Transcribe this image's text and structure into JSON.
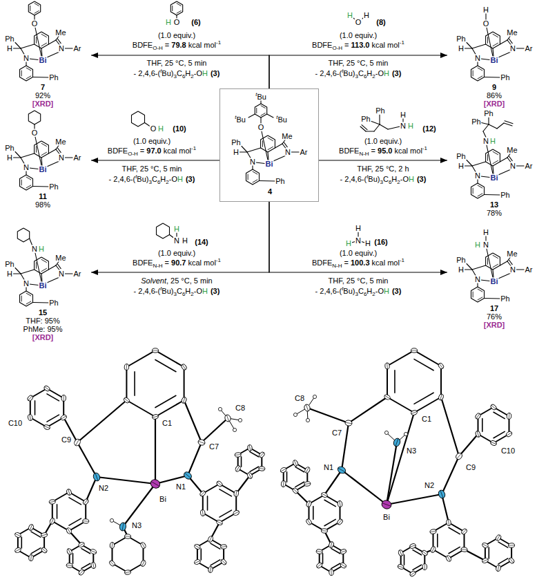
{
  "diagram": {
    "nodes": [
      {
        "text": [
          "7",
          "92%",
          "[XRD]"
        ]
      },
      {
        "text": [
          "9",
          "86%",
          "[XRD]"
        ]
      },
      {
        "text": [
          "4"
        ]
      },
      {
        "text": [
          "11",
          "98%"
        ]
      },
      {
        "text": [
          "13",
          "78%"
        ]
      },
      {
        "text": [
          "15",
          "THF: 95%",
          "PhMe: 95%",
          "[XRD]"
        ]
      },
      {
        "text": [
          "17",
          "76%",
          "[XRD]"
        ]
      }
    ],
    "edges": [
      {
        "from": 2,
        "to": 0,
        "arrow": "to"
      },
      {
        "from": 2,
        "to": 1,
        "arrow": "to"
      },
      {
        "from": 2,
        "to": 3,
        "arrow": "to"
      },
      {
        "from": 2,
        "to": 4,
        "arrow": "to"
      },
      {
        "from": 2,
        "to": 5,
        "arrow": "to"
      },
      {
        "from": 2,
        "to": 6,
        "arrow": "to"
      }
    ],
    "labels": [
      "O",
      "H",
      "(6)",
      "(1.0 equiv.)",
      "BDFE",
      "O-H",
      "=",
      "79.8",
      "kcal mol",
      "-1",
      "THF, 25 °C, 5 min",
      "- 2,4,6-(",
      "t",
      "Bu)",
      "3",
      "C",
      "6",
      "H",
      "2",
      "-O",
      "H",
      "(3)",
      "H",
      "O",
      "H",
      "(8)",
      "(1.0 equiv.)",
      "BDFE",
      "O-H",
      "=",
      "113.0",
      "kcal mol",
      "-1",
      "THF, 25 °C, 5 min",
      "- 2,4,6-(",
      "t",
      "Bu)",
      "3",
      "C",
      "6",
      "H",
      "2",
      "-O",
      "H",
      "(3)",
      "O",
      "H",
      "(10)",
      "(1.0 equiv.)",
      "BDFE",
      "O-H",
      "=",
      "97.0",
      "kcal mol",
      "-1",
      "THF, 25 °C, 5 min",
      "- 2,4,6-(",
      "t",
      "Bu)",
      "3",
      "C",
      "6",
      "H",
      "2",
      "-O",
      "H",
      "(3)",
      "Ph",
      "Ph",
      "H",
      "N",
      "H",
      "(12)",
      "(1.0 equiv.)",
      "BDFE",
      "N-H",
      "=",
      "95.0",
      "kcal mol",
      "-1",
      "THF, 25 °C, 2 h",
      "- 2,4,6-(",
      "t",
      "Bu)",
      "3",
      "C",
      "6",
      "H",
      "2",
      "-O",
      "H",
      "(3)",
      "H",
      "N",
      "H",
      "(14)",
      "(1.0 equiv.)",
      "BDFE",
      "N-H",
      "=",
      "90.7",
      "kcal mol",
      "-1",
      "Solvent",
      ", 25 °C, 5 min",
      "- 2,4,6-(",
      "t",
      "Bu)",
      "3",
      "C",
      "6",
      "H",
      "2",
      "-O",
      "H",
      "(3)",
      "H",
      "H",
      "N",
      "H",
      "(16)",
      "(1.0 equiv.)",
      "BDFE",
      "N-H",
      "=",
      "100.3",
      "kcal mol",
      "-1",
      "THF, 25 °C, 5 min",
      "- 2,4,6-(",
      "t",
      "Bu)",
      "3",
      "C",
      "6",
      "H",
      "2",
      "-O",
      "H",
      "(3)",
      "t",
      "Bu",
      "t",
      "Bu",
      "t",
      "Bu",
      "O",
      "Ph",
      "H",
      "Me",
      "N",
      "Ar",
      "N",
      "Bi",
      "Ph",
      "O",
      "Ph",
      "H",
      "Me",
      "N",
      "Ar",
      "N",
      "Bi",
      "Ph",
      "H",
      "O",
      "Ph",
      "H",
      "Me",
      "N",
      "Ar",
      "N",
      "Bi",
      "Ph",
      "O",
      "Ph",
      "H",
      "Me",
      "N",
      "Ar",
      "N",
      "Bi",
      "Ph",
      "Ph",
      "Ph",
      "N",
      "H",
      "Ph",
      "H",
      "Me",
      "N",
      "Ar",
      "N",
      "Bi",
      "Ph",
      "N",
      "H",
      "Ph",
      "H",
      "Me",
      "N",
      "Ar",
      "N",
      "Bi",
      "Ph",
      "H",
      "N",
      "H",
      "Ph",
      "H",
      "Me",
      "N",
      "Ar",
      "N",
      "Bi",
      "Ph",
      "C10",
      "C9",
      "N2",
      "C1",
      "Bi",
      "C7",
      "C8",
      "N1",
      "N3",
      "C8",
      "C7",
      "N3",
      "C1",
      "C9",
      "C10",
      "N1",
      "Bi",
      "N2"
    ]
  }
}
